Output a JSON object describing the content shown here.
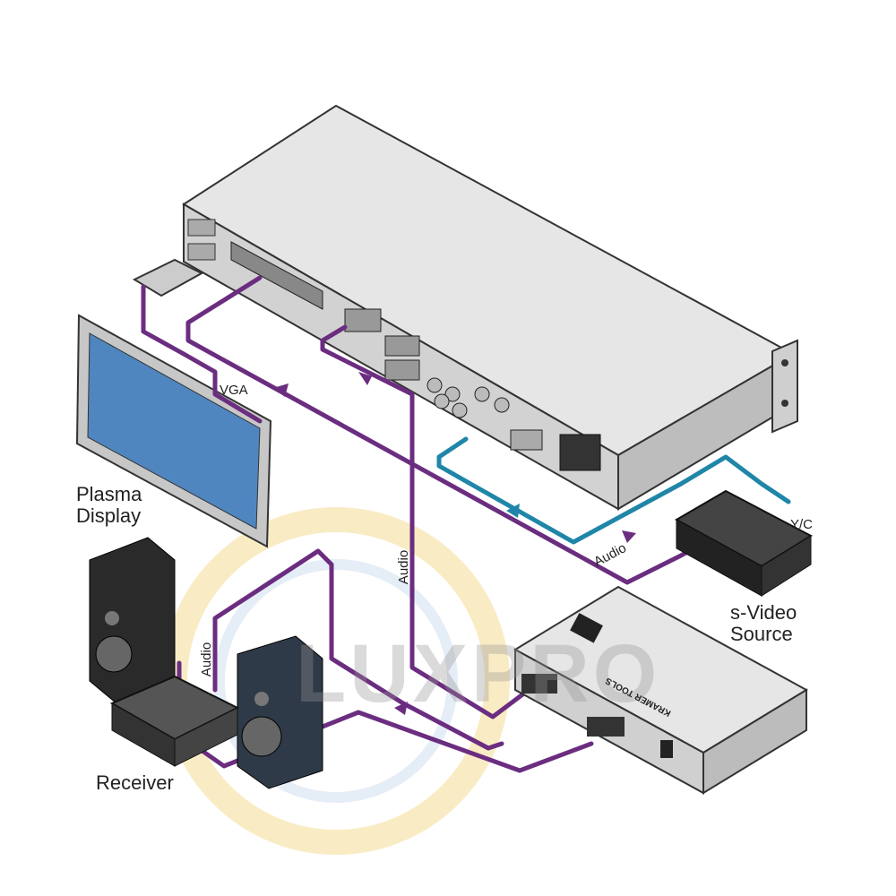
{
  "labels": {
    "vga": "VGA",
    "plasma": "Plasma\nDisplay",
    "plasma_line1": "Plasma",
    "plasma_line2": "Display",
    "audio_main": "Audio",
    "audio_vertical": "Audio",
    "audio_receiver": "Audio",
    "yc": "Y/C",
    "svideo_line1": "s-Video",
    "svideo_line2": "Source",
    "receiver": "Receiver"
  },
  "watermark": "LUXPRO",
  "device_branding": "KRAMER TOOLS",
  "colors": {
    "audio_cable": "#6b2d80",
    "video_cable": "#1f86a8",
    "device_body": "#d9d9d9",
    "screen": "#4f86c0",
    "watermark_ring": "#f6dfa0"
  }
}
